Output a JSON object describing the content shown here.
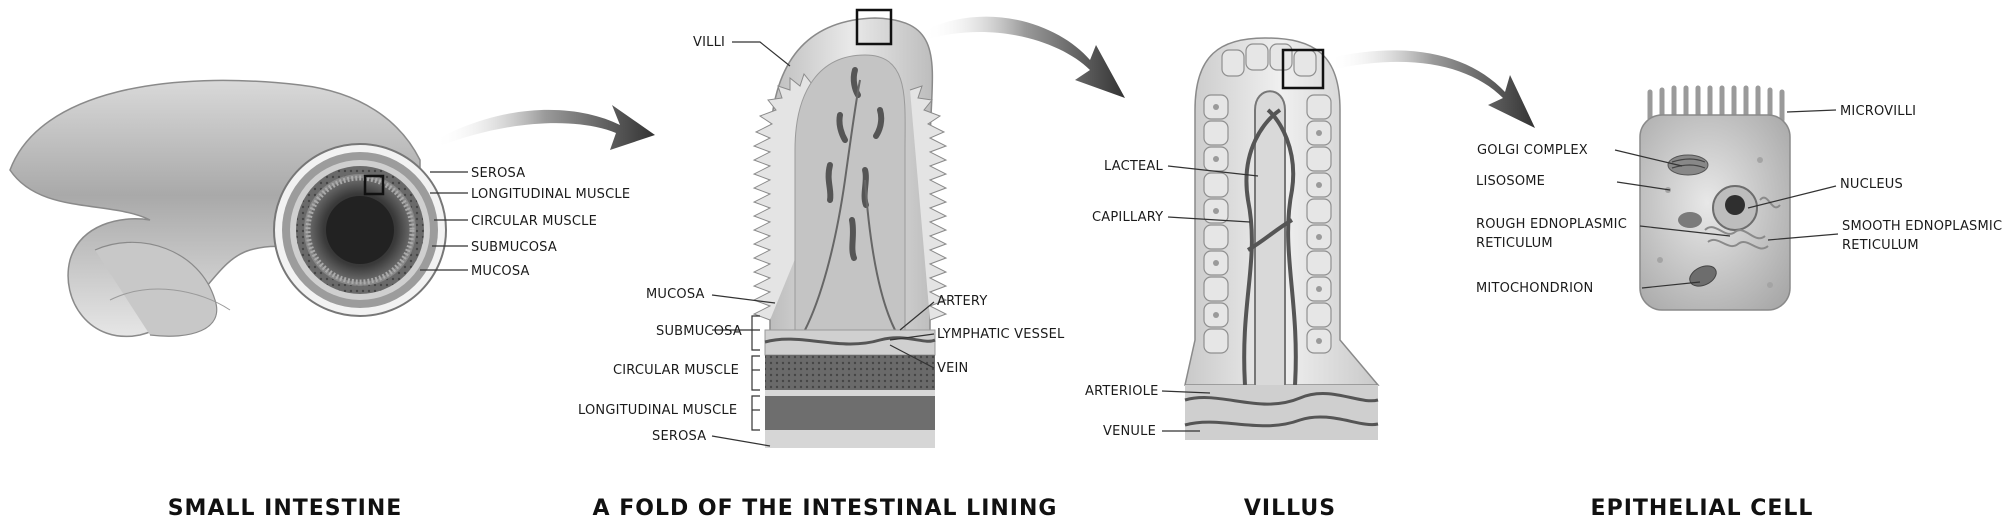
{
  "panels": {
    "small_intestine": {
      "title": "SMALL INTESTINE",
      "labels": {
        "serosa": "SEROSA",
        "longitudinal_muscle": "LONGITUDINAL MUSCLE",
        "circular_muscle": "CIRCULAR MUSCLE",
        "submucosa": "SUBMUCOSA",
        "mucosa": "MUCOSA"
      }
    },
    "fold": {
      "title": "A FOLD OF THE INTESTINAL LINING",
      "labels": {
        "villi": "VILLI",
        "mucosa": "MUCOSA",
        "submucosa": "SUBMUCOSA",
        "circular_muscle": "CIRCULAR MUSCLE",
        "longitudinal_muscle": "LONGITUDINAL MUSCLE",
        "serosa": "SEROSA",
        "artery": "ARTERY",
        "lymphatic_vessel": "LYMPHATIC VESSEL",
        "vein": "VEIN"
      }
    },
    "villus": {
      "title": "VILLUS",
      "labels": {
        "lacteal": "LACTEAL",
        "capillary": "CAPILLARY",
        "arteriole": "ARTERIOLE",
        "venule": "VENULE"
      }
    },
    "epithelial_cell": {
      "title": "EPITHELIAL CELL",
      "labels": {
        "microvilli": "MICROVILLI",
        "golgi_complex": "GOLGI COMPLEX",
        "lisosome": "LISOSOME",
        "nucleus": "NUCLEUS",
        "rough_er_line1": "ROUGH EDNOPLASMIC",
        "rough_er_line2": "RETICULUM",
        "smooth_er_line1": "SMOOTH EDNOPLASMIC",
        "smooth_er_line2": "RETICULUM",
        "mitochondrion": "MITOCHONDRION"
      }
    }
  }
}
